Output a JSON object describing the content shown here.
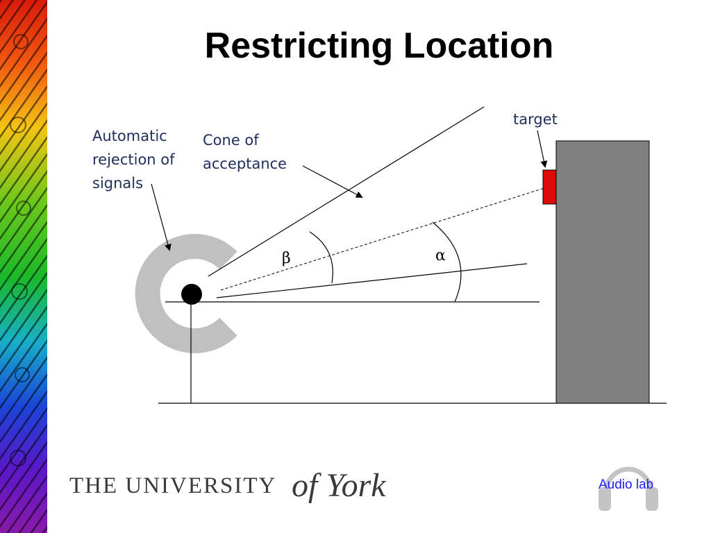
{
  "slide": {
    "title": "Restricting Location"
  },
  "labels": {
    "automatic_rejection": "Automatic\nrejection of\nsignals",
    "cone_of_acceptance": "Cone of\nacceptance",
    "target": "target",
    "beta": "β",
    "alpha": "α"
  },
  "footer": {
    "university_main": "THE UNIVERSITY",
    "university_of": "of York",
    "audio_lab": "Audio lab"
  },
  "colors": {
    "label_text": "#1f2d5c",
    "target_fill": "#e10a0a",
    "wall_fill": "#808080",
    "ring_fill": "#c0c0c0",
    "audio_lab_text": "#1a1aff"
  },
  "icons": [
    "headphones-icon",
    "microphone-dot-icon"
  ]
}
